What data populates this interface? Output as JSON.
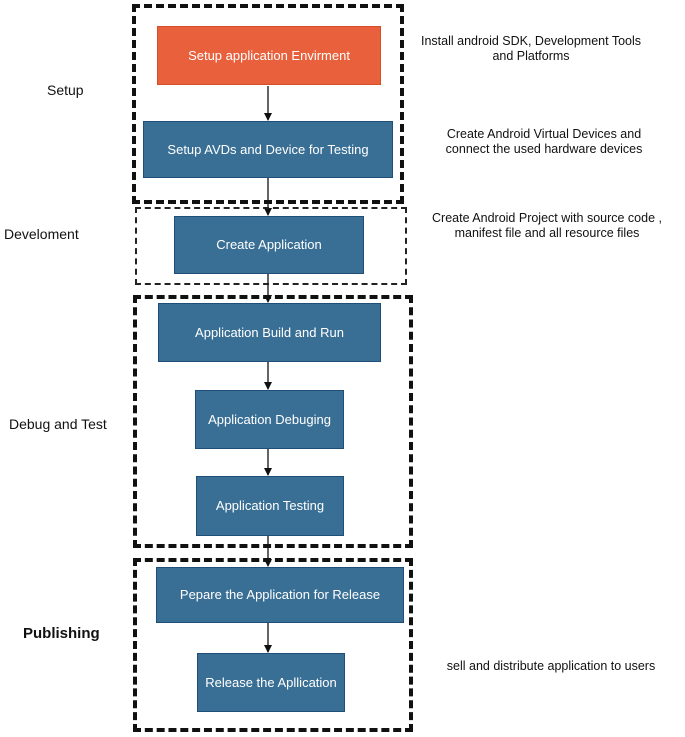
{
  "stages": {
    "setup": "Setup",
    "development": "Develoment",
    "debug": "Debug and Test",
    "publishing": "Publishing"
  },
  "nodes": {
    "setup_env": "Setup application Envirment",
    "setup_avd": "Setup AVDs and Device for Testing",
    "create_app": "Create Application",
    "build_run": "Application Build and Run",
    "debugging": "Application Debuging",
    "testing": "Application Testing",
    "prepare": "Pepare the Application for Release",
    "release": "Release the Apllication"
  },
  "notes": {
    "sdk": "Install android SDK, Development Tools and Platforms",
    "avd": "Create Android Virtual Devices and connect the used hardware devices",
    "project": "Create Android Project with source code , manifest file and all resource files",
    "distribute": "sell and distribute application to users"
  },
  "colors": {
    "node_blue": "#3a6f95",
    "node_orange": "#e8613c"
  }
}
